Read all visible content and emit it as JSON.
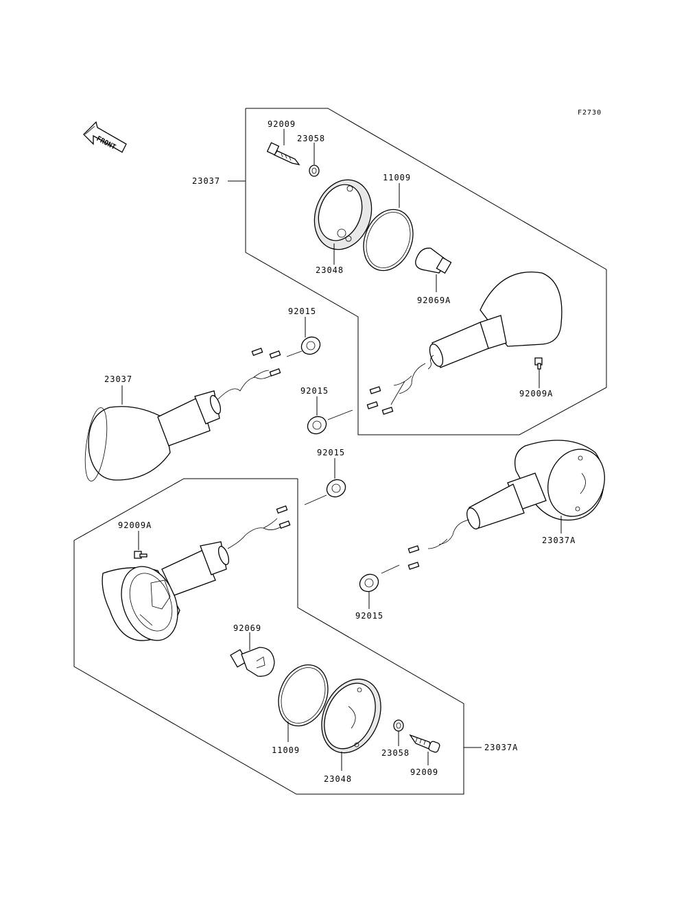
{
  "figure_code": "F2730",
  "front_label": "FRONT",
  "labels": {
    "top_screw": "92009",
    "top_nut": "23058",
    "top_gasket": "11009",
    "top_lens": "23048",
    "top_bulb": "92069A",
    "top_small_screw": "92009A",
    "top_assy": "23037",
    "left_nut": "92015",
    "left_assy": "23037",
    "center_nut": "92015",
    "mid_nut": "92015",
    "right_assy": "23037A",
    "right_nut": "92015",
    "bottom_small_screw": "92009A",
    "bottom_bulb": "92069",
    "bottom_gasket": "11009",
    "bottom_lens": "23048",
    "bottom_nut": "23058",
    "bottom_screw": "92009",
    "bottom_assy": "23037A"
  }
}
